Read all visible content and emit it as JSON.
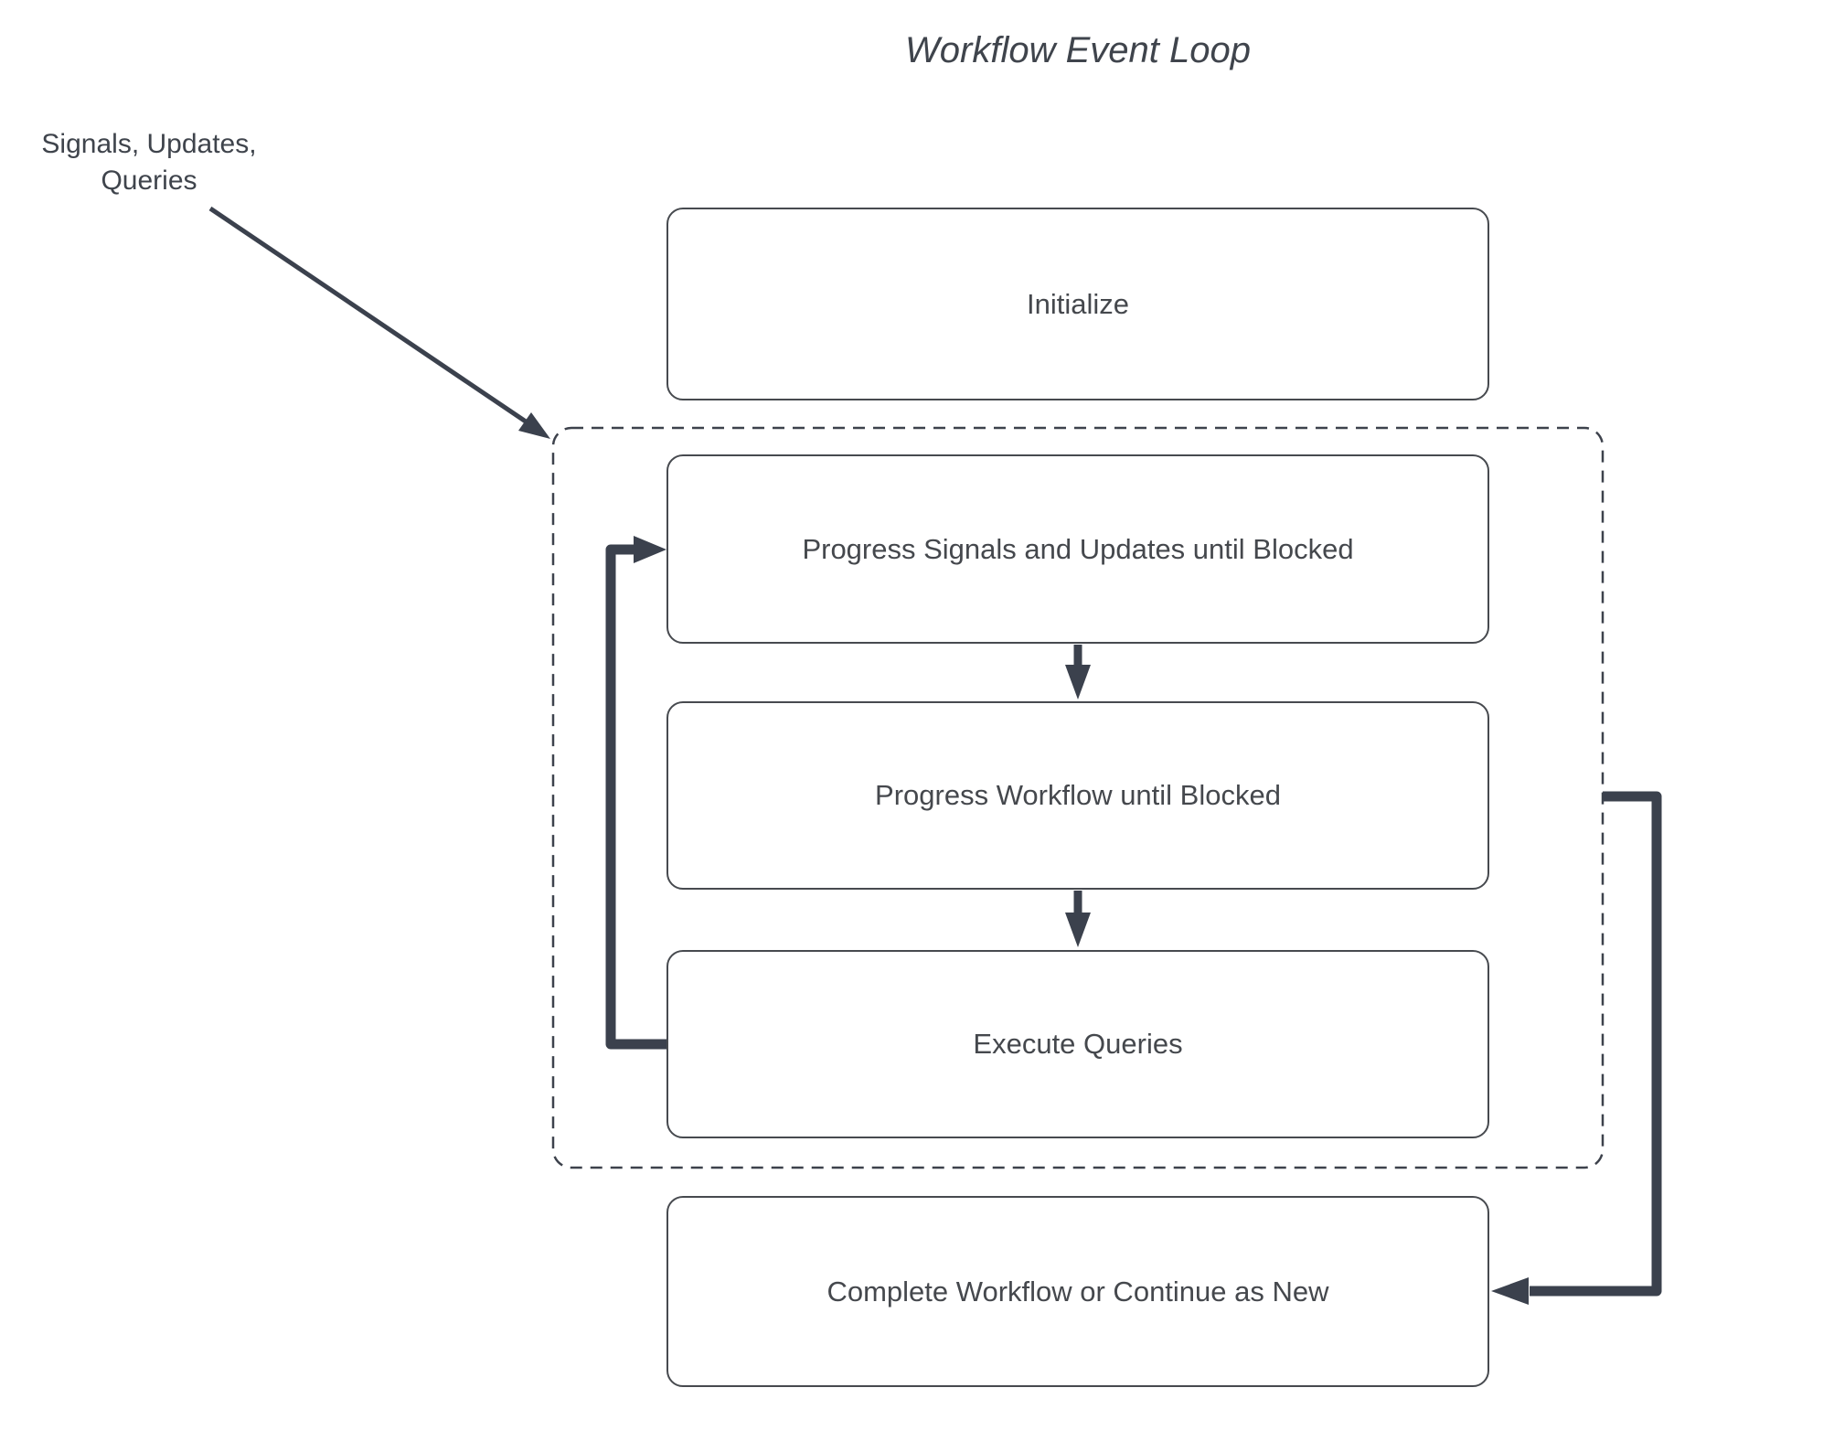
{
  "title": "Workflow Event Loop",
  "annotation": {
    "text": "Signals, Updates,\nQueries"
  },
  "nodes": {
    "initialize": {
      "label": "Initialize"
    },
    "progress_signals": {
      "label": "Progress Signals and Updates until Blocked"
    },
    "progress_workflow": {
      "label": "Progress Workflow until Blocked"
    },
    "execute_queries": {
      "label": "Execute Queries"
    },
    "complete": {
      "label": "Complete Workflow or Continue as New"
    }
  },
  "colors": {
    "connector": "#3b414d",
    "dashed_border": "#3d424c",
    "node_border": "#474a4f",
    "text": "#45484d",
    "background": "#ffffff"
  }
}
